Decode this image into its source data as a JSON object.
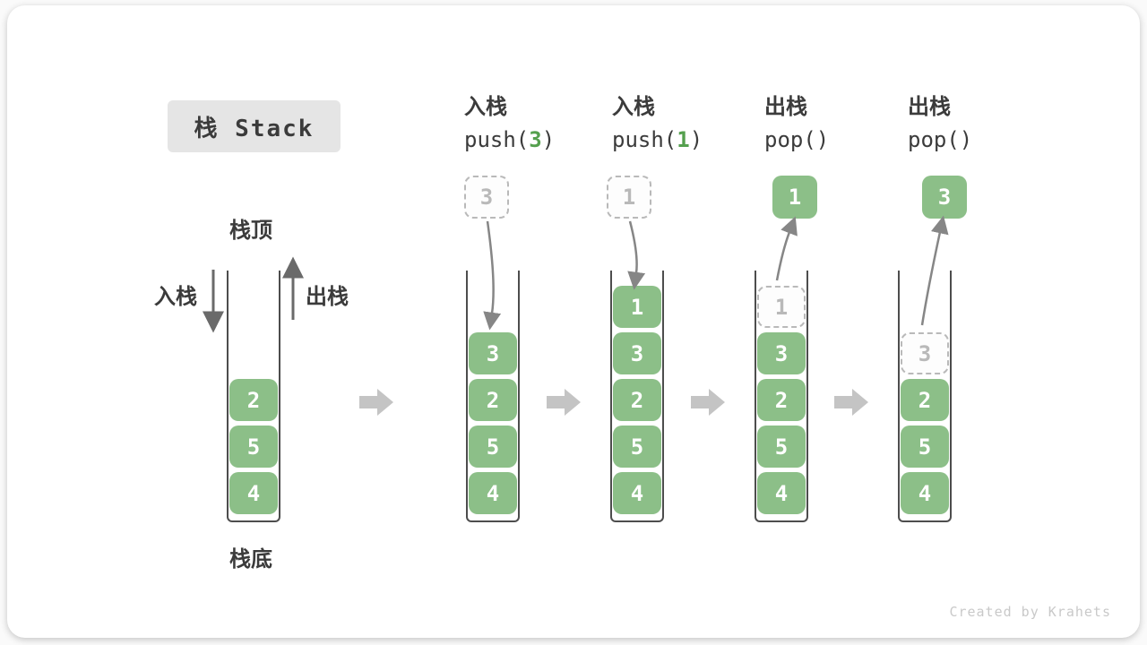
{
  "title": "栈 Stack",
  "stack_markers": {
    "top": "栈顶",
    "bottom": "栈底"
  },
  "side_labels": {
    "push": "入栈",
    "pop": "出栈"
  },
  "operations": [
    {
      "label": "入栈",
      "code_pre": "push(",
      "arg": "3",
      "code_post": ")"
    },
    {
      "label": "入栈",
      "code_pre": "push(",
      "arg": "1",
      "code_post": ")"
    },
    {
      "label": "出栈",
      "code_pre": "pop(",
      "arg": "",
      "code_post": ")"
    },
    {
      "label": "出栈",
      "code_pre": "pop(",
      "arg": "",
      "code_post": ")"
    }
  ],
  "stacks": [
    {
      "values": [
        "2",
        "5",
        "4"
      ]
    },
    {
      "values": [
        "3",
        "2",
        "5",
        "4"
      ],
      "incoming": "3"
    },
    {
      "values": [
        "1",
        "3",
        "2",
        "5",
        "4"
      ],
      "incoming": "1"
    },
    {
      "values": [
        "3",
        "2",
        "5",
        "4"
      ],
      "ghost": "1",
      "popped": "1"
    },
    {
      "values": [
        "2",
        "5",
        "4"
      ],
      "ghost": "3",
      "popped": "3"
    }
  ],
  "watermark": "Created by Krahets",
  "colors": {
    "box_green": "#8cbf88",
    "code_arg_green": "#55a04e",
    "dashed_gray": "#b9b9b9",
    "wall_gray": "#4d4d4d",
    "arrow_gray": "#868686",
    "small_arrow_gray": "#6a6a6a",
    "flow_arrow_gray": "#c4c4c4",
    "title_bg": "#e5e5e5",
    "text_dark": "#3b3b3b",
    "watermark_gray": "#c9c9c9"
  }
}
